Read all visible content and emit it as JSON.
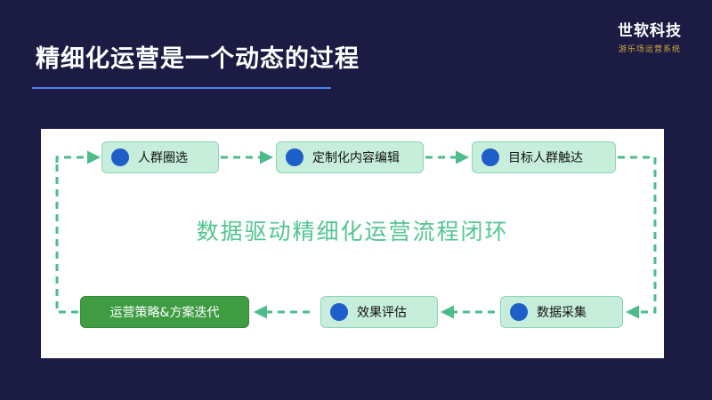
{
  "header": {
    "title": "精细化运营是一个动态的过程",
    "brand_name": "世软科技",
    "brand_sub": "游乐场运营系统"
  },
  "diagram": {
    "center_label": "数据驱动精细化运营流程闭环",
    "nodes": [
      {
        "id": "crowd-selection",
        "label": "人群圈选"
      },
      {
        "id": "custom-content",
        "label": "定制化内容编辑"
      },
      {
        "id": "target-reach",
        "label": "目标人群触达"
      },
      {
        "id": "data-collection",
        "label": "数据采集"
      },
      {
        "id": "effect-evaluation",
        "label": "效果评估"
      },
      {
        "id": "strategy-iteration",
        "label": "运营策略&方案迭代"
      }
    ],
    "colors": {
      "node_fill": "#c6eedb",
      "node_dot": "#1e5ec8",
      "final_fill": "#3f9c43",
      "arrow": "#4cbd8a",
      "center_text": "#52c592"
    }
  }
}
